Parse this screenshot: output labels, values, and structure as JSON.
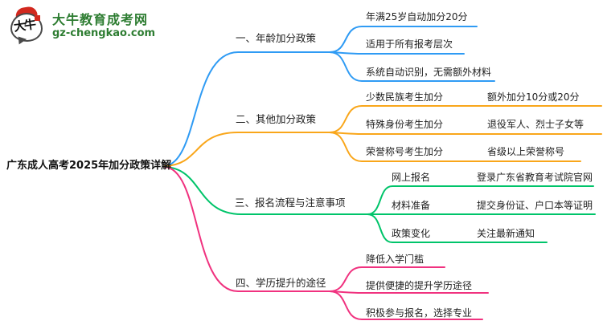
{
  "logo": {
    "site_name": "大牛教育成考网",
    "site_url": "gz-chengkao.com",
    "mark_text": "大牛"
  },
  "colors": {
    "branch_age": "#2f9bf4",
    "branch_other": "#f9a61a",
    "branch_registration": "#00c46a",
    "branch_education": "#f0327f",
    "logo_green": "#2e7d32",
    "logo_red": "#d2281e",
    "text": "#1f1f1f"
  },
  "mindmap": {
    "root": "广东成人高考2025年加分政策详解",
    "branches": [
      {
        "label": "一、年龄加分政策",
        "color": "#2f9bf4",
        "children": [
          {
            "label": "年满25岁自动加分20分"
          },
          {
            "label": "适用于所有报考层次"
          },
          {
            "label": "系统自动识别，无需额外材料"
          }
        ]
      },
      {
        "label": "二、其他加分政策",
        "color": "#f9a61a",
        "children": [
          {
            "label": "少数民族考生加分",
            "children": [
              {
                "label": "额外加分10分或20分"
              }
            ]
          },
          {
            "label": "特殊身份考生加分",
            "children": [
              {
                "label": "退役军人、烈士子女等"
              }
            ]
          },
          {
            "label": "荣誉称号考生加分",
            "children": [
              {
                "label": "省级以上荣誉称号"
              }
            ]
          }
        ]
      },
      {
        "label": "三、报名流程与注意事项",
        "color": "#00c46a",
        "children": [
          {
            "label": "网上报名",
            "children": [
              {
                "label": "登录广东省教育考试院官网"
              }
            ]
          },
          {
            "label": "材料准备",
            "children": [
              {
                "label": "提交身份证、户口本等证明"
              }
            ]
          },
          {
            "label": "政策变化",
            "children": [
              {
                "label": "关注最新通知"
              }
            ]
          }
        ]
      },
      {
        "label": "四、学历提升的途径",
        "color": "#f0327f",
        "children": [
          {
            "label": "降低入学门槛"
          },
          {
            "label": "提供便捷的提升学历途径"
          },
          {
            "label": "积极参与报名，选择专业"
          }
        ]
      }
    ]
  }
}
